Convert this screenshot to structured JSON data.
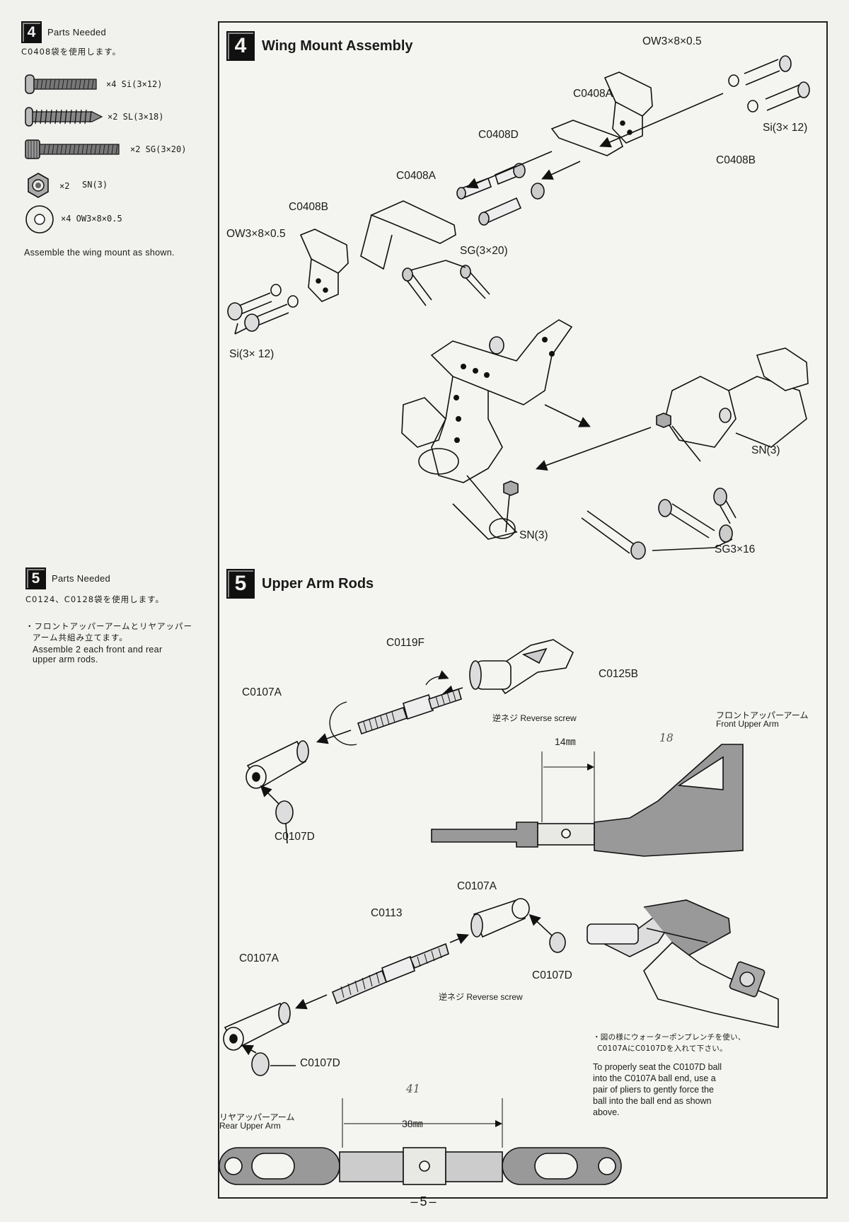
{
  "sidebar": {
    "step4": {
      "number": "4",
      "heading": "Parts Needed",
      "jp_note": "C0408袋を使用します。",
      "parts": [
        {
          "qty": "×4 Si(3×12)",
          "icon": "screw-icon"
        },
        {
          "qty": "×2 SL(3×18)",
          "icon": "tapping-screw-icon"
        },
        {
          "qty": "×2 SG(3×20)",
          "icon": "set-screw-icon"
        },
        {
          "qty": "×2",
          "name": "SN(3)",
          "icon": "nut-icon"
        },
        {
          "qty": "×4 OW3×8×0.5",
          "icon": "washer-icon"
        }
      ],
      "instruction": "Assemble the wing mount as shown."
    },
    "step5": {
      "number": "5",
      "heading": "Parts Needed",
      "jp_note": "C0124、C0128袋を使用します。",
      "jp_instruction_1": "・フロントアッパーアームとリヤアッパー",
      "jp_instruction_2": "アーム共組み立てます。",
      "instruction_1": "Assemble 2 each front and rear",
      "instruction_2": "upper arm rods."
    }
  },
  "main": {
    "section4": {
      "number": "4",
      "title": "Wing Mount Assembly",
      "labels": {
        "ow_top": "OW3×8×0.5",
        "c0408a_top": "C0408A",
        "si_top": "Si(3× 12)",
        "c0408d": "C0408D",
        "c0408b_top": "C0408B",
        "c0408a_mid": "C0408A",
        "c0408b_left": "C0408B",
        "ow_left": "OW3×8×0.5",
        "sg": "SG(3×20)",
        "si_left": "Si(3× 12)",
        "sn_right": "SN(3)",
        "sn_bottom": "SN(3)",
        "sg_bottom": "SG3×16"
      }
    },
    "section5": {
      "number": "5",
      "title": "Upper Arm Rods",
      "labels": {
        "c0119f": "C0119F",
        "c0125b": "C0125B",
        "c0107a_1": "C0107A",
        "reverse_1_jp": "逆ネジ",
        "reverse_1": "Reverse screw",
        "c0107d_1": "C0107D",
        "front_arm_jp": "フロントアッパーアーム",
        "front_arm": "Front Upper Arm",
        "front_dim": "14㎜",
        "front_handwritten": "18",
        "c0107a_2": "C0107A",
        "c0113": "C0113",
        "c0107a_3": "C0107A",
        "c0107d_2": "C0107D",
        "reverse_2_jp": "逆ネジ",
        "reverse_2": "Reverse screw",
        "c0107d_3": "C0107D",
        "pliers_jp_1": "・図の様にウォーターポンプレンチを使い、",
        "pliers_jp_2": "C0107AにC0107Dを入れて下さい。",
        "pliers_en": [
          "To properly seat the C0107D ball",
          "into the C0107A ball end, use a",
          "pair of pliers to gently force the",
          "ball into the ball end as shown",
          "above."
        ],
        "rear_arm_jp": "リヤアッパーアーム",
        "rear_arm": "Rear Upper Arm",
        "rear_dim": "38㎜",
        "rear_handwritten": "41"
      }
    }
  },
  "footer": {
    "page": "–5–"
  },
  "colors": {
    "paper": "#f1f1ee",
    "ink": "#1a1a1a",
    "shade": "#9a9a9a"
  }
}
